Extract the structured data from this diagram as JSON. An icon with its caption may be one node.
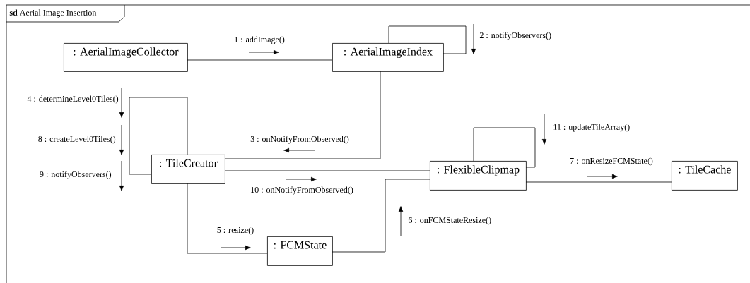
{
  "diagram": {
    "nodes": [
      {
        "text": [
          "**sd** Aerial Image Insertion"
        ]
      },
      {
        "text": [
          ": AerialImageCollector"
        ],
        "in": 0
      },
      {
        "text": [
          ": AerialImageIndex"
        ],
        "in": 0
      },
      {
        "text": [
          ": TileCreator"
        ],
        "in": 0
      },
      {
        "text": [
          ": FlexibleClipmap"
        ],
        "in": 0
      },
      {
        "text": [
          ": TileCache"
        ],
        "in": 0
      },
      {
        "text": [
          ": FCMState"
        ],
        "in": 0
      }
    ],
    "edges": [
      {
        "from": 1,
        "to": 2,
        "arrow": "none"
      },
      {
        "from": 2,
        "to": 2,
        "arrow": "none"
      },
      {
        "from": 2,
        "to": 3,
        "arrow": "none"
      },
      {
        "from": 3,
        "to": 3,
        "arrow": "none"
      },
      {
        "from": 3,
        "to": 4,
        "arrow": "none"
      },
      {
        "from": 3,
        "to": 6,
        "arrow": "none"
      },
      {
        "from": 6,
        "to": 4,
        "arrow": "none"
      },
      {
        "from": 4,
        "to": 4,
        "arrow": "none"
      },
      {
        "from": 4,
        "to": 5,
        "arrow": "none"
      }
    ],
    "labels": [
      "1 : addImage()",
      "2 : notifyObservers()",
      "4 : determineLevel0Tiles()",
      "11 : updateTileArray()",
      "8 : createLevel0Tiles()",
      "3 : onNotifyFromObserved()",
      "7 : onResizeFCMState()",
      "9 : notifyObservers()",
      "10 : onNotifyFromObserved()",
      "6 : onFCMStateResize()",
      "5 : resize()"
    ]
  }
}
